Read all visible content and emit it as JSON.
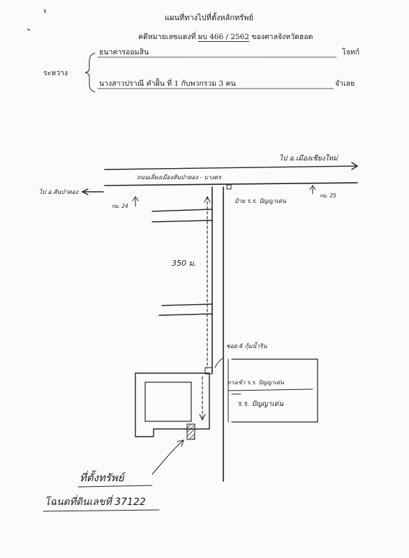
{
  "header": {
    "title": "แผนที่ทางไปที่ตั้งหลักทรัพย์",
    "case_label": "คดีหมายเลขแดงที่",
    "case_number": "ผบ 466 / 2562",
    "court": "ของศาลจังหวัดฮอด",
    "between_label": "ระหว่าง",
    "plaintiff": "ธนาคารออมสิน",
    "plaintiff_role": "โจทก์",
    "defendant": "นางสาวปราณี คำฝั้น ที่ 1 กับพวกรวม 3 คน",
    "defendant_role": "จำเลย"
  },
  "map": {
    "to_chiang_mai": "ไป อ.เมืองเชียงใหม่",
    "main_road": "ถนนเลี่ยงเมืองสันป่าตอง - บางคร",
    "to_san_pa_tong": "ไป อ.สันป่าตอง",
    "km_left": "กม. 24",
    "km_right": "กม. 25",
    "school_sign": "ป้าย ร.ร. ปัญญาเด่น",
    "distance": "350 ม.",
    "soi": "ซอย 4 กุ้มน้ำริน",
    "school_entrance": "ทางเข้า ร.ร. ปัญญาเด่น",
    "school": "ร.ร. ปัญญาเด่น",
    "property_label": "ที่ตั้งทรัพย์",
    "deed": "โฉนดที่ดินเลขที่ 37122"
  }
}
